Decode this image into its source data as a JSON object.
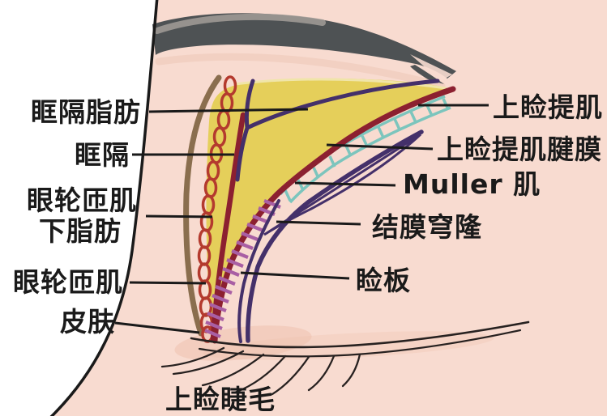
{
  "diagram": {
    "labels": {
      "orbital_septum_fat": "眶隔脂肪",
      "orbital_septum": "眶隔",
      "sub_orbicularis_fat_line1": "眼轮匝肌",
      "sub_orbicularis_fat_line2": "下脂肪",
      "orbicularis_muscle": "眼轮匝肌",
      "skin": "皮肤",
      "levator_muscle": "上睑提肌",
      "levator_aponeurosis": "上睑提肌腱膜",
      "muller_muscle": "Muller 肌",
      "conjunctival_fornix": "结膜穹隆",
      "tarsal_plate": "睑板",
      "upper_eyelashes": "上睑睫毛"
    },
    "colors": {
      "face_pink": "#f8dbd0",
      "shade_pink": "#eec0ac",
      "crease_pink": "#f2d0c2",
      "fat_yellow": "#e5cf5a",
      "fat_rim": "#f0e5a9",
      "muscle_red": "#b43a2e",
      "septum_maroon": "#8c2030",
      "aponeurosis_teal": "#7cc5bd",
      "tarsus_magenta": "#a95fa4",
      "conjunctiva_purple": "#44306a",
      "skin_brown": "#8a6e4e",
      "brow_gray": "#4e5254",
      "brow_highlight": "#a39d99",
      "line_black": "#1a1a1a"
    }
  }
}
